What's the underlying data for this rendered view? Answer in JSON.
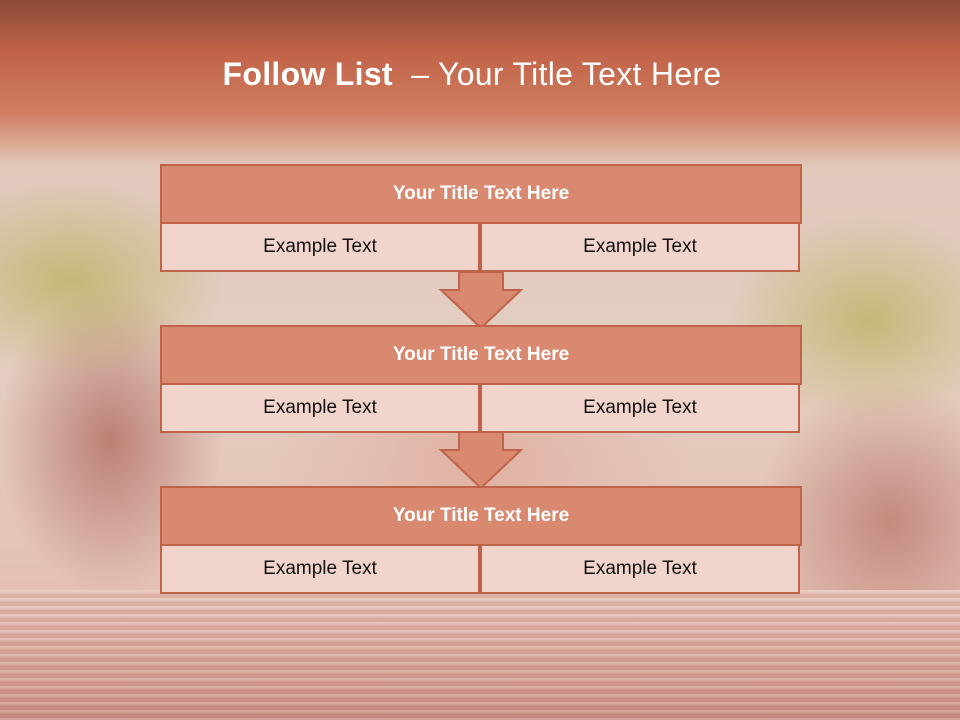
{
  "slide": {
    "title_bold": "Follow List",
    "title_rest": "  – Your Title Text Here"
  },
  "blocks": [
    {
      "title": "Your Title Text Here",
      "left_text": "Example Text",
      "right_text": "Example Text"
    },
    {
      "title": "Your Title Text Here",
      "left_text": "Example Text",
      "right_text": "Example Text"
    },
    {
      "title": "Your Title Text Here",
      "left_text": "Example Text",
      "right_text": "Example Text"
    }
  ],
  "colors": {
    "header_fill": "#d9896f",
    "border": "#c0634b",
    "cell_fill": "#f1d4cc",
    "title_band": "#c2654a"
  }
}
